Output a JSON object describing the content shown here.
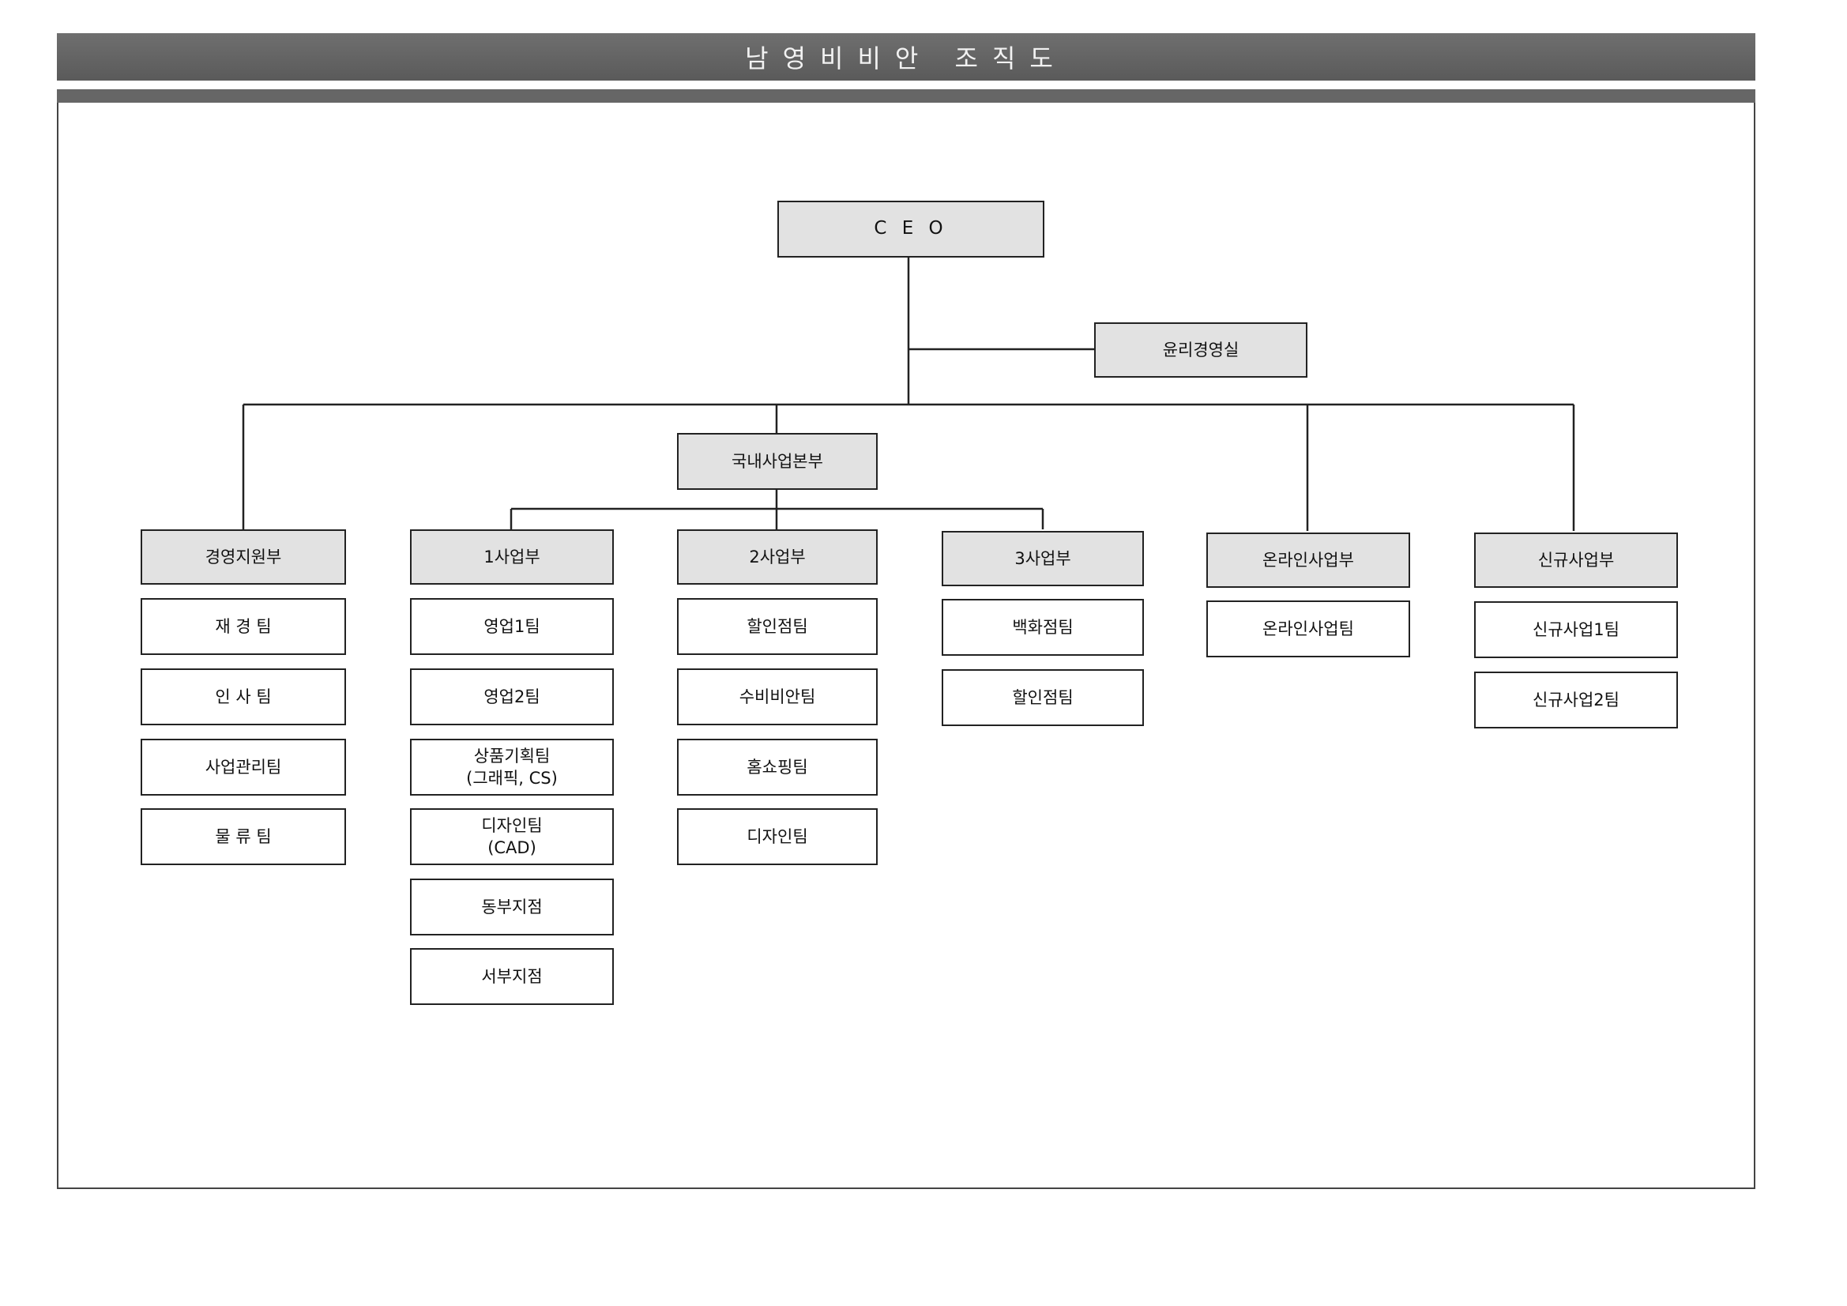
{
  "title": "남영비비안 조직도",
  "org": {
    "ceo": "C E O",
    "ethics": "윤리경영실",
    "domestic_hq": "국내사업본부",
    "departments": [
      {
        "name": "경영지원부",
        "teams": [
          "재 경 팀",
          "인 사 팀",
          "사업관리팀",
          "물 류 팀"
        ]
      },
      {
        "name": "1사업부",
        "teams": [
          "영업1팀",
          "영업2팀",
          "상품기획팀\n(그래픽, CS)",
          "디자인팀\n(CAD)",
          "동부지점",
          "서부지점"
        ]
      },
      {
        "name": "2사업부",
        "teams": [
          "할인점팀",
          "수비비안팀",
          "홈쇼핑팀",
          "디자인팀"
        ]
      },
      {
        "name": "3사업부",
        "teams": [
          "백화점팀",
          "할인점팀"
        ]
      },
      {
        "name": "온라인사업부",
        "teams": [
          "온라인사업팀"
        ]
      },
      {
        "name": "신규사업부",
        "teams": [
          "신규사업1팀",
          "신규사업2팀"
        ]
      }
    ]
  }
}
